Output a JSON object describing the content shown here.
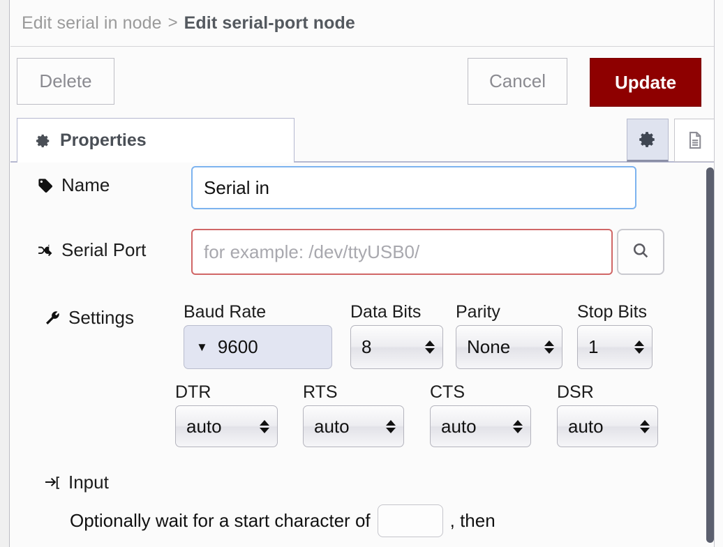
{
  "breadcrumb": {
    "previous": "Edit serial in node",
    "separator": ">",
    "current": "Edit serial-port node"
  },
  "actions": {
    "delete_label": "Delete",
    "cancel_label": "Cancel",
    "update_label": "Update",
    "update_color": "#8e0000"
  },
  "tabs": {
    "properties_label": "Properties",
    "gear_icon": "gear-icon",
    "doc_icon": "document-icon"
  },
  "form": {
    "name": {
      "label": "Name",
      "icon": "tag-icon",
      "value": "Serial in",
      "placeholder": "Name",
      "border_color": "#7db3ef"
    },
    "serial_port": {
      "label": "Serial Port",
      "icon": "shuffle-icon",
      "value": "",
      "placeholder": "for example: /dev/ttyUSB0/",
      "border_color": "#d06666",
      "search_icon": "search-icon"
    },
    "settings": {
      "label": "Settings",
      "icon": "wrench-icon",
      "baud_rate": {
        "caption": "Baud Rate",
        "value": "9600",
        "caret": "▼"
      },
      "data_bits": {
        "caption": "Data Bits",
        "value": "8"
      },
      "parity": {
        "caption": "Parity",
        "value": "None"
      },
      "stop_bits": {
        "caption": "Stop Bits",
        "value": "1"
      },
      "dtr": {
        "caption": "DTR",
        "value": "auto"
      },
      "rts": {
        "caption": "RTS",
        "value": "auto"
      },
      "cts": {
        "caption": "CTS",
        "value": "auto"
      },
      "dsr": {
        "caption": "DSR",
        "value": "auto"
      }
    },
    "input_section": {
      "label": "Input",
      "icon": "sign-in-icon",
      "sentence_before": "Optionally wait for a start character of",
      "start_character_value": "",
      "sentence_after": ", then"
    }
  }
}
